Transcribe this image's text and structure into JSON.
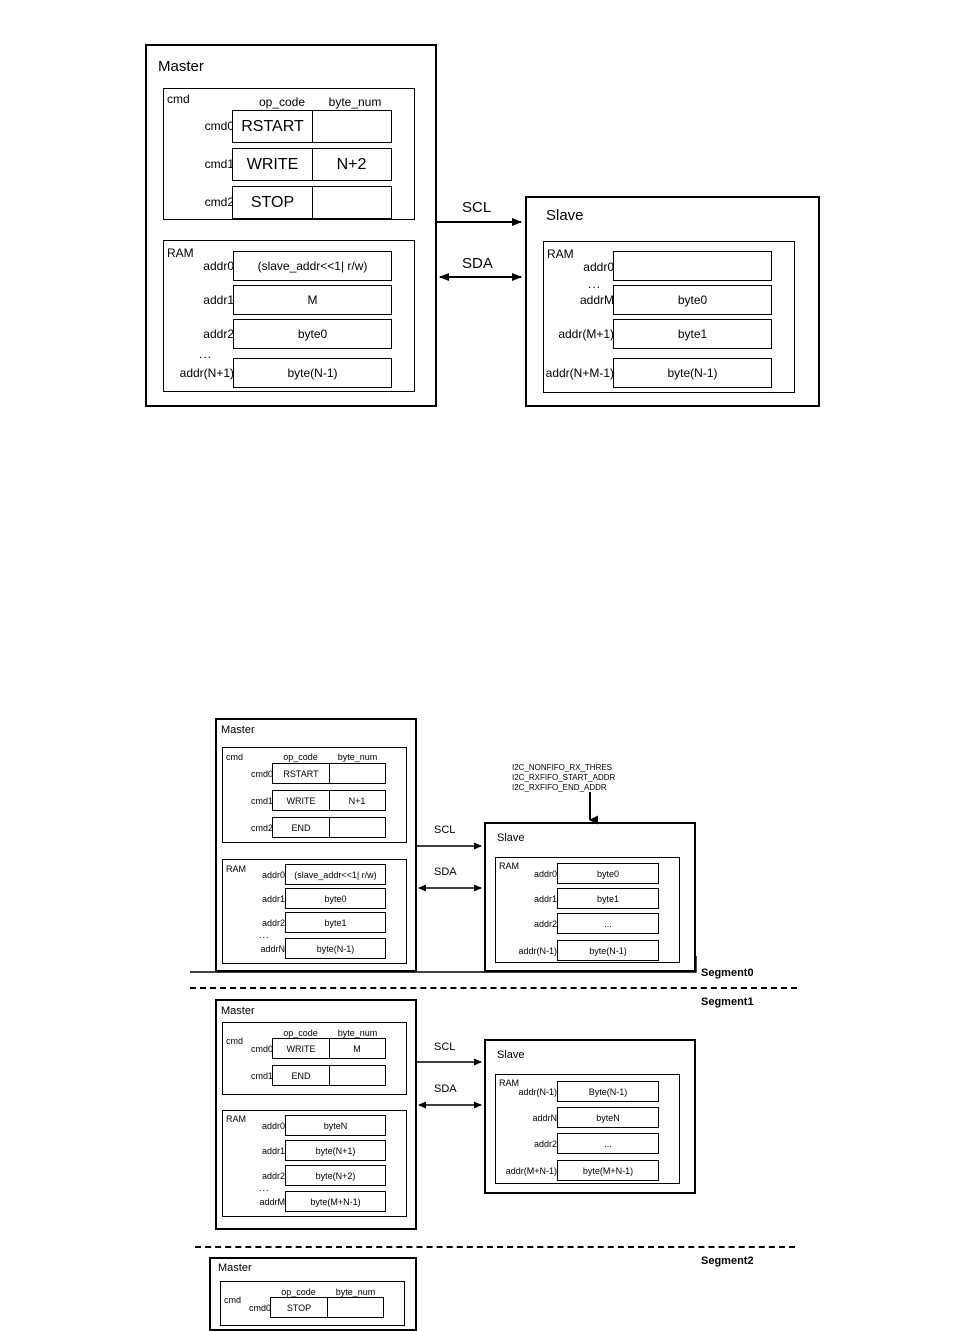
{
  "figure1": {
    "master": {
      "title": "Master",
      "cmd": {
        "group_label": "cmd",
        "columns": [
          "op_code",
          "byte_num"
        ],
        "rows": [
          {
            "index": "cmd0",
            "op_code": "RSTART",
            "byte_num": ""
          },
          {
            "index": "cmd1",
            "op_code": "WRITE",
            "byte_num": "N+2"
          },
          {
            "index": "cmd2",
            "op_code": "STOP",
            "byte_num": ""
          }
        ]
      },
      "ram": {
        "group_label": "RAM",
        "rows": [
          {
            "addr": "addr0",
            "value": "(slave_addr<<1| r/w)"
          },
          {
            "addr": "addr1",
            "value": "M"
          },
          {
            "addr": "addr2",
            "value": "byte0"
          },
          {
            "addr": "addr(N+1)",
            "value": "byte(N-1)"
          }
        ],
        "ellipsis": "..."
      }
    },
    "slave": {
      "title": "Slave",
      "ram": {
        "group_label": "RAM",
        "rows": [
          {
            "addr": "addr0",
            "value": ""
          },
          {
            "addr": "addrM",
            "value": "byte0"
          },
          {
            "addr": "addr(M+1)",
            "value": "byte1"
          },
          {
            "addr": "addr(N+M-1)",
            "value": "byte(N-1)"
          }
        ],
        "ellipsis": "..."
      }
    },
    "bus": {
      "scl": "SCL",
      "sda": "SDA"
    }
  },
  "figure2": {
    "segment0": {
      "label": "Segment0",
      "master": {
        "title": "Master",
        "cmd": {
          "group_label": "cmd",
          "columns": [
            "op_code",
            "byte_num"
          ],
          "rows": [
            {
              "index": "cmd0",
              "op_code": "RSTART",
              "byte_num": ""
            },
            {
              "index": "cmd1",
              "op_code": "WRITE",
              "byte_num": "N+1"
            },
            {
              "index": "cmd2",
              "op_code": "END",
              "byte_num": ""
            }
          ]
        },
        "ram": {
          "group_label": "RAM",
          "rows": [
            {
              "addr": "addr0",
              "value": "(slave_addr<<1| r/w)"
            },
            {
              "addr": "addr1",
              "value": "byte0"
            },
            {
              "addr": "addr2",
              "value": "byte1"
            },
            {
              "addr": "addrN",
              "value": "byte(N-1)"
            }
          ],
          "ellipsis": "..."
        }
      },
      "slave": {
        "title": "Slave",
        "ram": {
          "group_label": "RAM",
          "rows": [
            {
              "addr": "addr0",
              "value": "byte0"
            },
            {
              "addr": "addr1",
              "value": "byte1"
            },
            {
              "addr": "addr2",
              "value": "..."
            },
            {
              "addr": "addr(N-1)",
              "value": "byte(N-1)"
            }
          ]
        }
      },
      "registers": [
        "I2C_NONFIFO_RX_THRES",
        "I2C_RXFIFO_START_ADDR",
        "I2C_RXFIFO_END_ADDR"
      ],
      "bus": {
        "scl": "SCL",
        "sda": "SDA"
      }
    },
    "segment1": {
      "label": "Segment1",
      "master": {
        "title": "Master",
        "cmd": {
          "group_label": "cmd",
          "columns": [
            "op_code",
            "byte_num"
          ],
          "rows": [
            {
              "index": "cmd0",
              "op_code": "WRITE",
              "byte_num": "M"
            },
            {
              "index": "cmd1",
              "op_code": "END",
              "byte_num": ""
            }
          ]
        },
        "ram": {
          "group_label": "RAM",
          "rows": [
            {
              "addr": "addr0",
              "value": "byteN"
            },
            {
              "addr": "addr1",
              "value": "byte(N+1)"
            },
            {
              "addr": "addr2",
              "value": "byte(N+2)"
            },
            {
              "addr": "addrM",
              "value": "byte(M+N-1)"
            }
          ],
          "ellipsis": "..."
        }
      },
      "slave": {
        "title": "Slave",
        "ram": {
          "group_label": "RAM",
          "rows": [
            {
              "addr": "addr(N-1)",
              "value": "Byte(N-1)"
            },
            {
              "addr": "addrN",
              "value": "byteN"
            },
            {
              "addr": "addr2",
              "value": "..."
            },
            {
              "addr": "addr(M+N-1)",
              "value": "byte(M+N-1)"
            }
          ]
        }
      },
      "bus": {
        "scl": "SCL",
        "sda": "SDA"
      }
    },
    "segment2": {
      "label": "Segment2",
      "master": {
        "title": "Master",
        "cmd": {
          "group_label": "cmd",
          "columns": [
            "op_code",
            "byte_num"
          ],
          "rows": [
            {
              "index": "cmd0",
              "op_code": "STOP",
              "byte_num": ""
            }
          ]
        }
      }
    }
  }
}
